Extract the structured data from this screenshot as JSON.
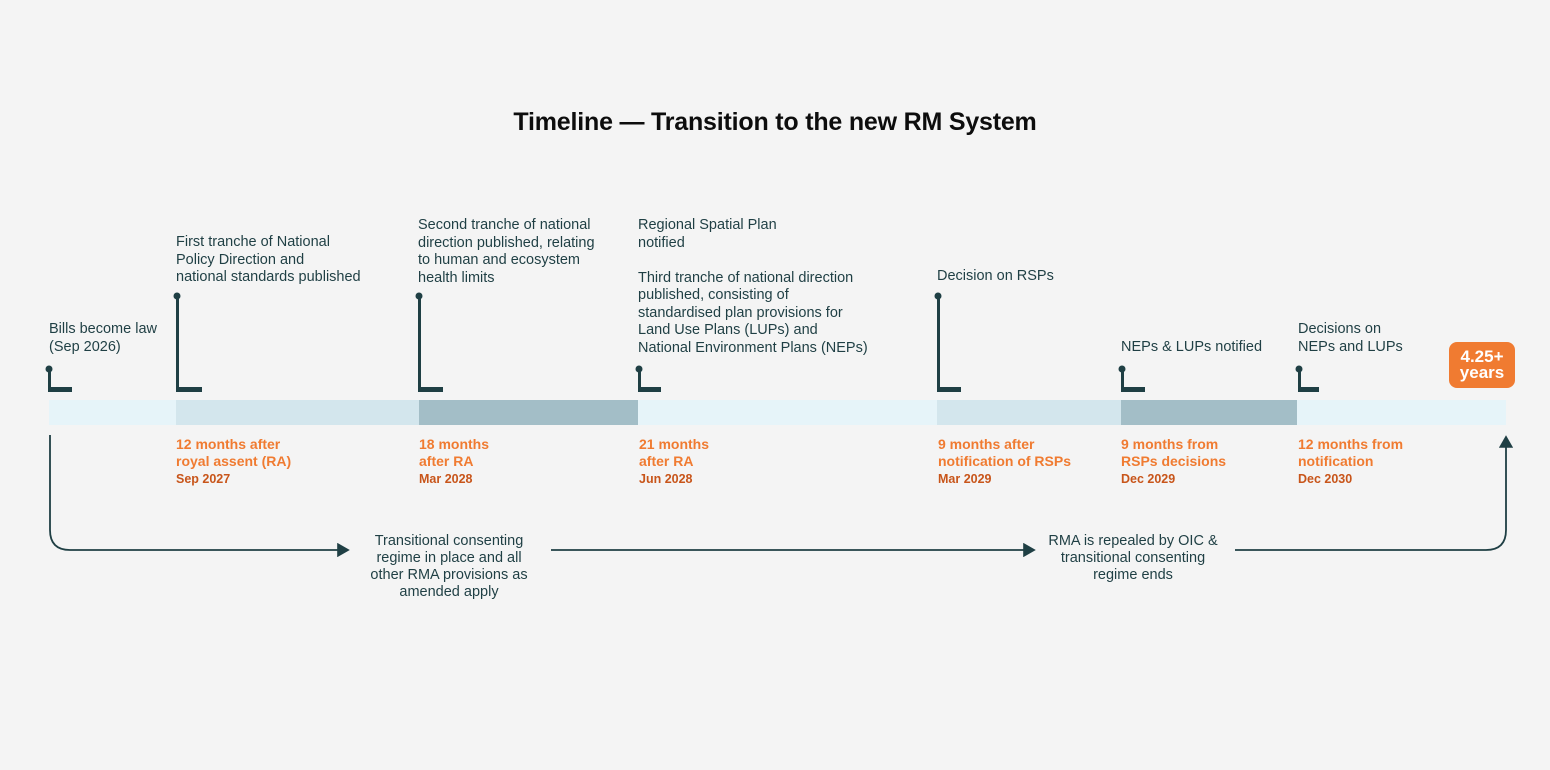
{
  "title": "Timeline — Transition to the new RM System",
  "colors": {
    "track_light": "#e6f4f9",
    "track_mid": "#d3e6ed",
    "track_dark": "#a3bec7",
    "marker": "#1f3f44",
    "accent_orange": "#f07b31",
    "date_orange": "#c8551a"
  },
  "milestones": [
    {
      "event": "Bills become law\n(Sep 2026)"
    },
    {
      "event": "First tranche of National\nPolicy Direction and\nnational standards published",
      "timing": "12 months after\nroyal assent (RA)",
      "date": "Sep 2027"
    },
    {
      "event": "Second tranche of national\ndirection published, relating\nto human and ecosystem\nhealth limits",
      "timing": "18 months\nafter RA",
      "date": "Mar 2028"
    },
    {
      "event": "Regional Spatial Plan\nnotified\n\nThird tranche of national direction\npublished, consisting of\nstandardised plan provisions for\nLand Use Plans (LUPs) and\nNational Environment Plans (NEPs)",
      "timing": "21 months\nafter RA",
      "date": "Jun 2028"
    },
    {
      "event": "Decision on RSPs",
      "timing": "9 months after\nnotification of RSPs",
      "date": "Mar 2029"
    },
    {
      "event": "NEPs & LUPs notified",
      "timing": "9 months from\nRSPs decisions",
      "date": "Dec 2029"
    },
    {
      "event": "Decisions on\nNEPs and LUPs",
      "timing": "12 months from\nnotification",
      "date": "Dec 2030"
    }
  ],
  "duration_badge": "4.25+\nyears",
  "bottom_notes": [
    "Transitional consenting\nregime in place and all\nother RMA provisions as\namended apply",
    "RMA is repealed by OIC &\ntransitional consenting\nregime ends"
  ]
}
